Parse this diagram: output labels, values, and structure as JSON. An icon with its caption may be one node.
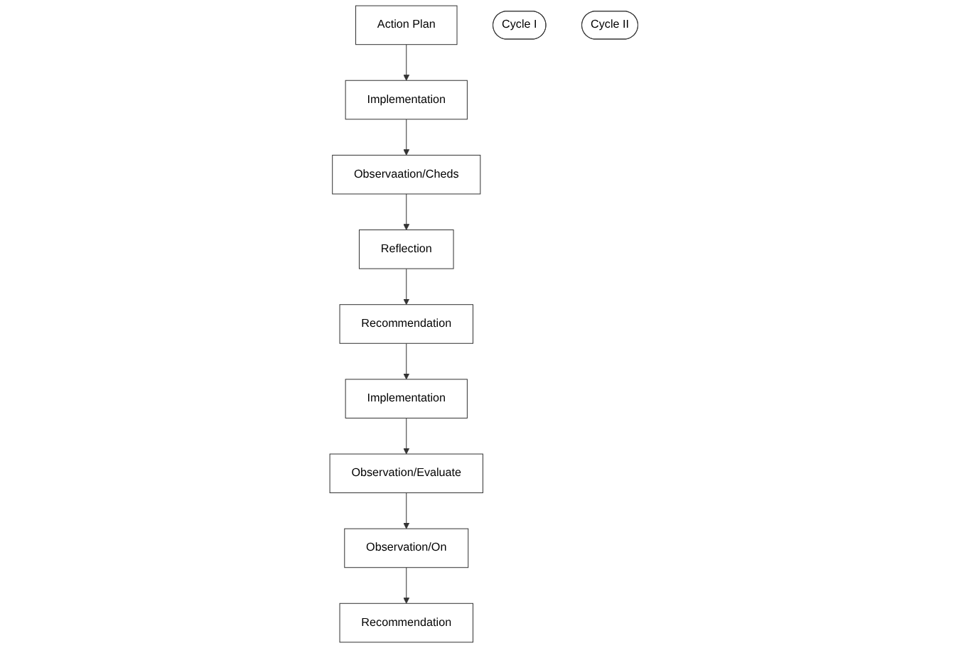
{
  "diagram": {
    "nodes": [
      {
        "text": [
          "Action Plan"
        ]
      },
      {
        "text": [
          "Reflection"
        ]
      },
      {
        "text": [
          "Observaation/Cheds"
        ]
      },
      {
        "text": [
          "Cycle I"
        ]
      },
      {
        "text": [
          "Implementation"
        ]
      },
      {
        "text": [
          "Observation/On"
        ]
      },
      {
        "text": [
          "Recommendation"
        ]
      },
      {
        "text": [
          "Observation/Evaluate"
        ]
      },
      {
        "text": [
          "Cycle II"
        ]
      },
      {
        "text": [
          "Implementation"
        ]
      },
      {
        "text": [
          "Recommendation"
        ]
      }
    ],
    "edges": [
      {
        "from": 0,
        "to": 4,
        "arrow": "to"
      },
      {
        "from": 4,
        "to": 2,
        "arrow": "to"
      },
      {
        "from": 2,
        "to": 1,
        "arrow": "to"
      },
      {
        "from": 1,
        "to": 6,
        "arrow": "to"
      },
      {
        "from": 6,
        "to": 9,
        "arrow": "to"
      },
      {
        "from": 9,
        "to": 7,
        "arrow": "to"
      },
      {
        "from": 7,
        "to": 5,
        "arrow": "to"
      },
      {
        "from": 5,
        "to": 10,
        "arrow": "to"
      }
    ]
  }
}
